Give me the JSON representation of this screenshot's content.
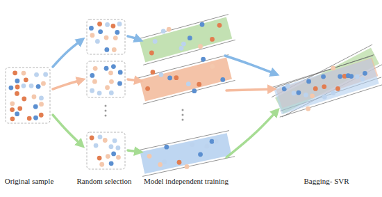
{
  "diagram": {
    "labels": [
      "Original sample",
      "Random selection",
      "Model independent training",
      "Bagging- SVR"
    ]
  }
}
